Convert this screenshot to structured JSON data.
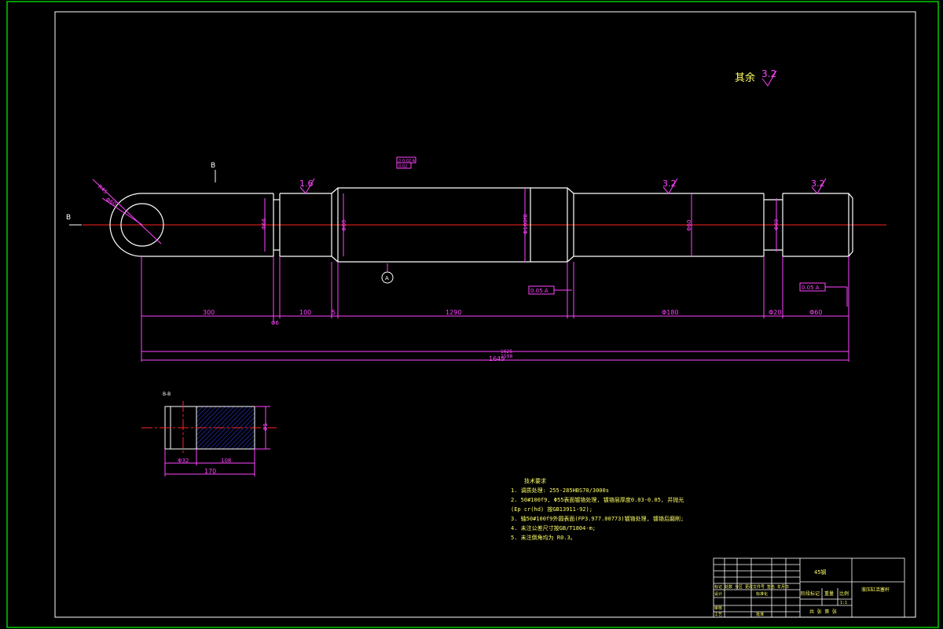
{
  "colors": {
    "background": "#000000",
    "border_outer": "#00cc00",
    "outline": "#ffffff",
    "centerline": "#ff2222",
    "dimension": "#ff44ff",
    "text": "#ffff66"
  },
  "roughness": {
    "general_label": "其余",
    "general_value": "3.2",
    "s1": "1.6",
    "s2": "3.2",
    "s3": "3.2"
  },
  "section_marks": {
    "b_top": "B",
    "b_left": "B",
    "bb_label": "B-B",
    "datum": "A"
  },
  "tolerance_frames": {
    "top_1": "// 0.02 A",
    "top_2": "0.02",
    "mid": "0.05  A",
    "right": "0.05  A"
  },
  "dimensions": {
    "d_eye_1": "R45",
    "d_eye_2": "Φ60",
    "d_shaft_a": "Φ66",
    "d_shaft_b": "Φ60",
    "d_shaft_c": "Φ100f8",
    "d_shaft_d": "Φ60",
    "d_shaft_e": "Φ60",
    "len_300": "300",
    "len_100": "100",
    "len_5": "5",
    "len_1290": "1290",
    "len_180": "Φ180",
    "len_20": "Φ20",
    "len_60": "Φ60",
    "len_6": "Φ6",
    "total_top": "1625",
    "total_top2": "1598",
    "total": "1649",
    "bb_d": "Φ5",
    "bb_len1": "Φ32",
    "bb_len2": "108",
    "bb_total": "170"
  },
  "notes": {
    "title": "技术要求",
    "lines": [
      "1. 调质处理: 255-285HBS70/3000s",
      "2. 50#100f9, Φ55表面镀铬处理, 镀铬层厚度0.03-0.05, 并抛光",
      "   (Ep cr(hd) 按GB13911-92);",
      "3. 轴50#100f9外圆表面(FP3.977.00773)镀铬处理, 镀铬后磨削;",
      "4. 未注公差尺寸按GB/T1804-m;",
      "5. 未注倒角均为 R0.3。"
    ]
  },
  "title_block": {
    "material": "45钢",
    "part_name": "液压缸活塞杆",
    "header_row": "标记 处数 分区 更改文件号 签名 年月日",
    "design": "设计",
    "standard": "标准化",
    "stage": "阶段标记",
    "weight": "重量",
    "scale": "比例",
    "review": "审核",
    "process": "工艺",
    "approve": "批准",
    "scale_value": "1:1",
    "sheets": "共  张  第  张"
  }
}
